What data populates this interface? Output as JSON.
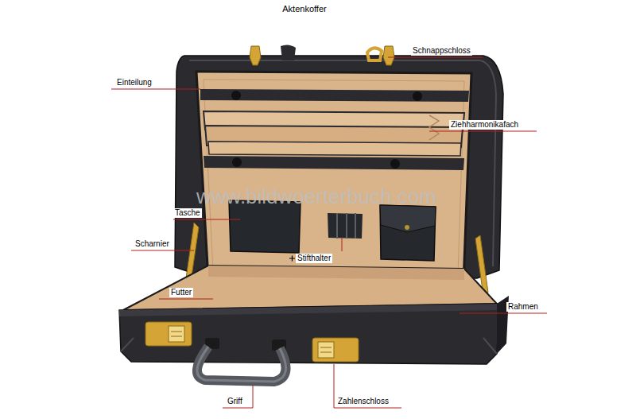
{
  "diagram": {
    "title": "Aktenkoffer",
    "labels": [
      "Schnappschloss",
      "Einteilung",
      "Ziehharmonikafach",
      "Tasche",
      "Scharnier",
      "Stifthalter",
      "Futter",
      "Rahmen",
      "Griff",
      "Zahlenschloss",
      "www.bildwoerterbuch.com"
    ]
  }
}
